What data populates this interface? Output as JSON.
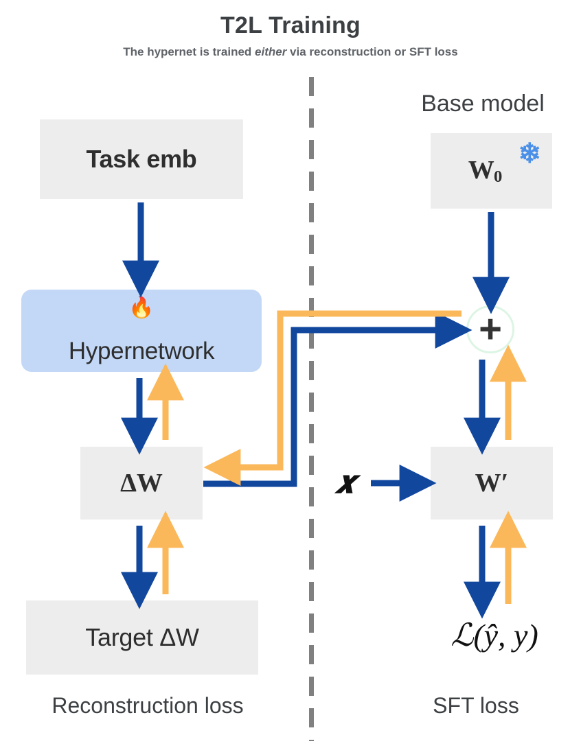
{
  "header": {
    "title": "T2L Training",
    "subtitle_before": "The hypernet is trained ",
    "subtitle_emphasis": "either",
    "subtitle_after": " via reconstruction or SFT loss"
  },
  "colors": {
    "blue_arrow": "#12479e",
    "orange_arrow": "#fbb85a",
    "box_gray": "#ededed",
    "box_accent_blue": "#c3d8f7",
    "divider_gray": "#808080",
    "plus_ring_green": "#ddf5e4",
    "text_dark": "#2e2e2e",
    "text_muted": "#5f6368",
    "snowflake_blue": "#4a90e8"
  },
  "left_column": {
    "caption": "Reconstruction loss",
    "nodes": [
      {
        "id": "task-emb",
        "label": "Task emb",
        "style": "gray-box"
      },
      {
        "id": "hypernetwork",
        "label": "Hypernetwork",
        "style": "accent-box",
        "badge": "fire-emoji",
        "badge_glyph": "🔥"
      },
      {
        "id": "delta-w",
        "label": "ΔW",
        "style": "gray-box-serif"
      },
      {
        "id": "target-delta-w",
        "label": "Target ΔW",
        "style": "gray-box"
      }
    ]
  },
  "right_column": {
    "caption": "SFT loss",
    "heading": "Base model",
    "nodes": [
      {
        "id": "w0",
        "label": "W",
        "subscript": "0",
        "style": "gray-box-serif",
        "badge": "snowflake-emoji",
        "badge_glyph": "❄"
      },
      {
        "id": "plus",
        "label": "+",
        "style": "circle-op"
      },
      {
        "id": "w-prime",
        "label": "W′",
        "style": "gray-box-serif"
      },
      {
        "id": "loss",
        "label": "ℒ(ŷ, y)",
        "style": "math-text"
      }
    ],
    "input_token": "𝒙"
  },
  "legend": {
    "forward_color_name": "blue",
    "backward_color_name": "orange"
  }
}
